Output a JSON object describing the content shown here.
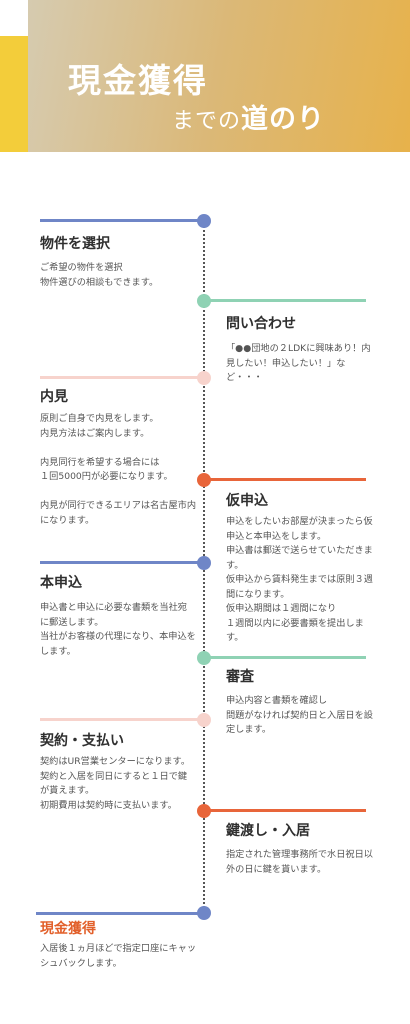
{
  "header": {
    "title": "現金獲得",
    "subtitle_prefix": "までの",
    "subtitle_main": "道のり"
  },
  "colors": {
    "blue": "#6f86c7",
    "green": "#8fd2b4",
    "pink": "#f7d3cc",
    "orange": "#e8653a"
  },
  "steps": [
    {
      "title": "物件を選択",
      "desc": "ご希望の物件を選択\n物件選びの相談もできます。"
    },
    {
      "title": "問い合わせ",
      "desc": "「●●団地の２LDKに興味あり！内見したい！申込したい！」など・・・"
    },
    {
      "title": "内見",
      "desc": "原則ご自身で内見をします。\n内見方法はご案内します。\n\n内見同行を希望する場合には\n１回5000円が必要になります。\n\n内見が同行できるエリアは名古屋市内になります。"
    },
    {
      "title": "仮申込",
      "desc": "申込をしたいお部屋が決まったら仮申込と本申込をします。\n申込書は郵送で送らせていただきます。\n仮申込から賃料発生までは原則３週間になります。\n仮申込期間は１週間になり\n１週間以内に必要書類を提出します。"
    },
    {
      "title": "本申込",
      "desc": "申込書と申込に必要な書類を当社宛に郵送します。\n当社がお客様の代理になり、本申込をします。"
    },
    {
      "title": "審査",
      "desc": "申込内容と書類を確認し\n問題がなければ契約日と入居日を設定します。"
    },
    {
      "title": "契約・支払い",
      "desc": "契約はUR営業センターになります。契約と入居を同日にすると１日で鍵が貰えます。\n初期費用は契約時に支払います。"
    },
    {
      "title": "鍵渡し・入居",
      "desc": "指定された管理事務所で水日祝日以外の日に鍵を貰います。"
    },
    {
      "title": "現金獲得",
      "desc": "入居後１ヵ月ほどで指定口座にキャッシュバックします。"
    }
  ]
}
